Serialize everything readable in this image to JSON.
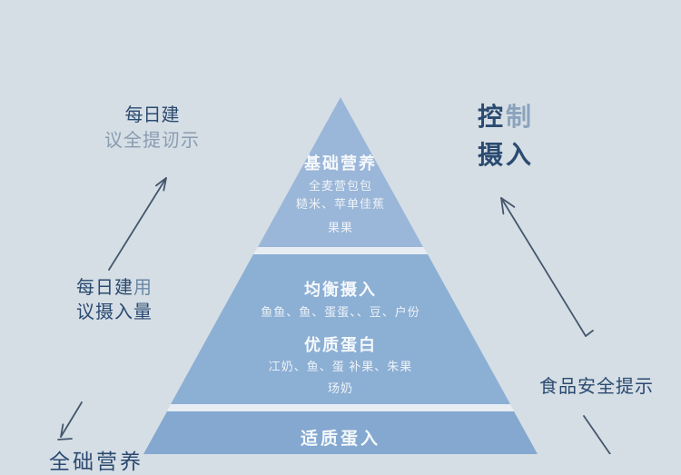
{
  "pyramid": {
    "top": {
      "title": "基础营养",
      "lines": [
        "全麦营包包",
        "糙米、苹单佳蕉",
        "果果"
      ]
    },
    "middle": {
      "title1": "均衡摄入",
      "line1": "鱼鱼、鱼、蛋蛋、、豆、户份",
      "title2": "优质蛋白",
      "line2": "冮奶、鱼、蛋 补果、朱果",
      "line3": "玚奶"
    },
    "bottom": {
      "title": "适质蛋入"
    }
  },
  "annotations": {
    "left_top": {
      "line1": "每日建",
      "line2": "议全提讱示"
    },
    "left_middle": {
      "part_dark": "每日建",
      "part_light": "用",
      "line2": "议摄入量"
    },
    "left_bottom": {
      "text": "全础营养"
    },
    "right_top": {
      "part_dark": "控",
      "part_light": "制",
      "line2": "摄入"
    },
    "right_bottom": {
      "text": "食品安全提示"
    }
  },
  "colors": {
    "background": "#d5dee5",
    "pyramid_top": "#9ab6d8",
    "pyramid_middle": "#8cafd4",
    "pyramid_bottom": "#84a8cf",
    "divider": "#e7edf2",
    "text_dark": "#2b4a70",
    "text_light": "#8a9cb0",
    "pyramid_text": "#f4f8fb",
    "arrow": "#44566c"
  }
}
